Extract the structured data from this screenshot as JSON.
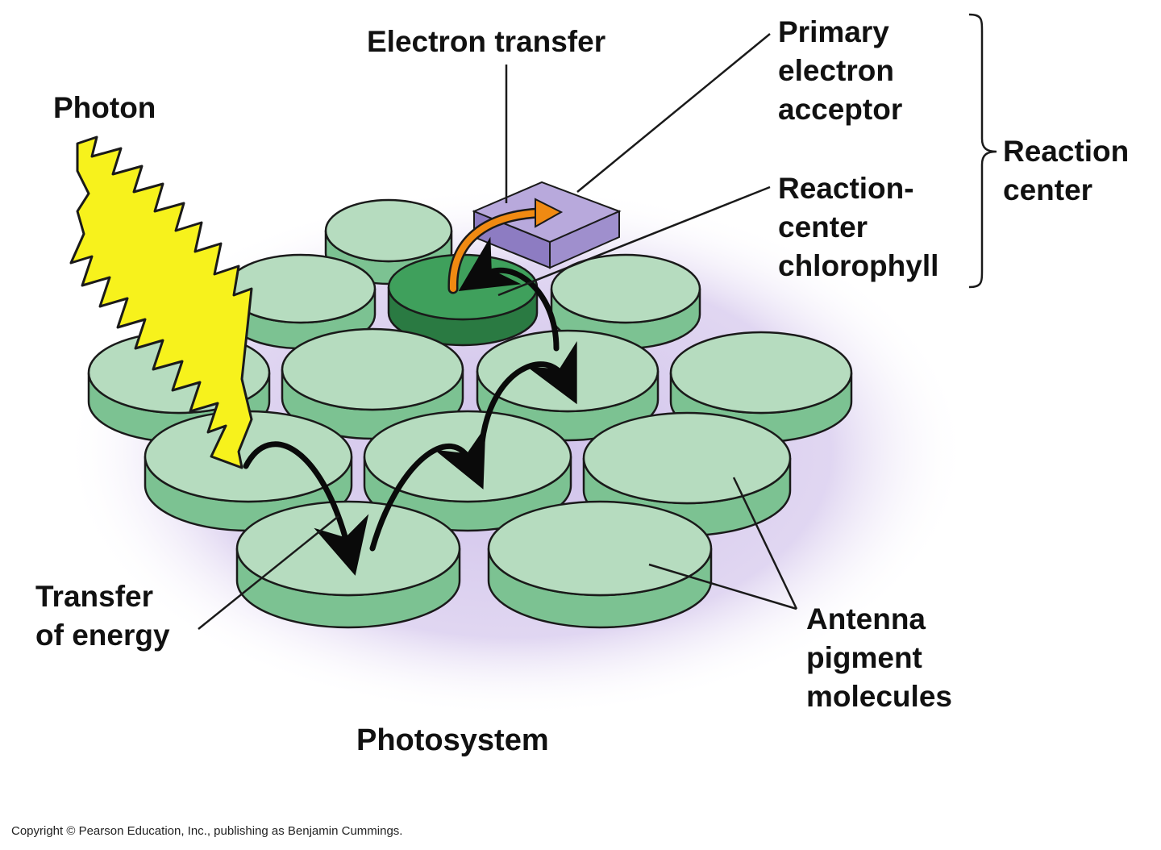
{
  "labels": {
    "electron_transfer": "Electron transfer",
    "photon": "Photon",
    "primary_acceptor_line1": "Primary",
    "primary_acceptor_line2": "electron",
    "primary_acceptor_line3": "acceptor",
    "reaction_center_line1": "Reaction",
    "reaction_center_line2": "center",
    "rc_chlorophyll_line1": "Reaction-",
    "rc_chlorophyll_line2": "center",
    "rc_chlorophyll_line3": "chlorophyll",
    "transfer_energy_line1": "Transfer",
    "transfer_energy_line2": "of energy",
    "antenna_line1": "Antenna",
    "antenna_line2": "pigment",
    "antenna_line3": "molecules",
    "photosystem": "Photosystem",
    "copyright": "Copyright © Pearson Education, Inc., publishing as Benjamin Cummings."
  },
  "colors": {
    "disc_top": "#b6dcbf",
    "disc_side": "#7cc292",
    "disc_outline": "#1a1a1a",
    "rc_disc_top": "#3fa05c",
    "rc_disc_side": "#2a7a42",
    "halo": "#d9cdee",
    "acceptor_top": "#b8a9dc",
    "acceptor_side": "#8d7cc2",
    "photon_fill": "#f7f21c",
    "energy_arrow": "#0a0a0a",
    "electron_arrow": "#f08a12"
  }
}
